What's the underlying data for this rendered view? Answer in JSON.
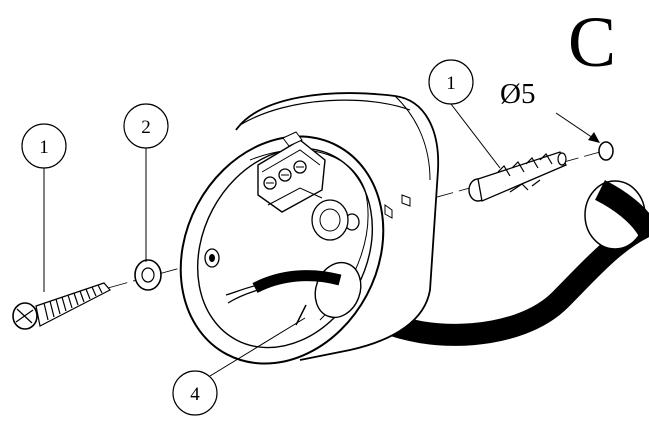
{
  "section_letter": "C",
  "hole_diameter_label": "Ø5",
  "callouts": {
    "screw": "1",
    "washer": "2",
    "wall_plug": "1",
    "cable": "4"
  }
}
